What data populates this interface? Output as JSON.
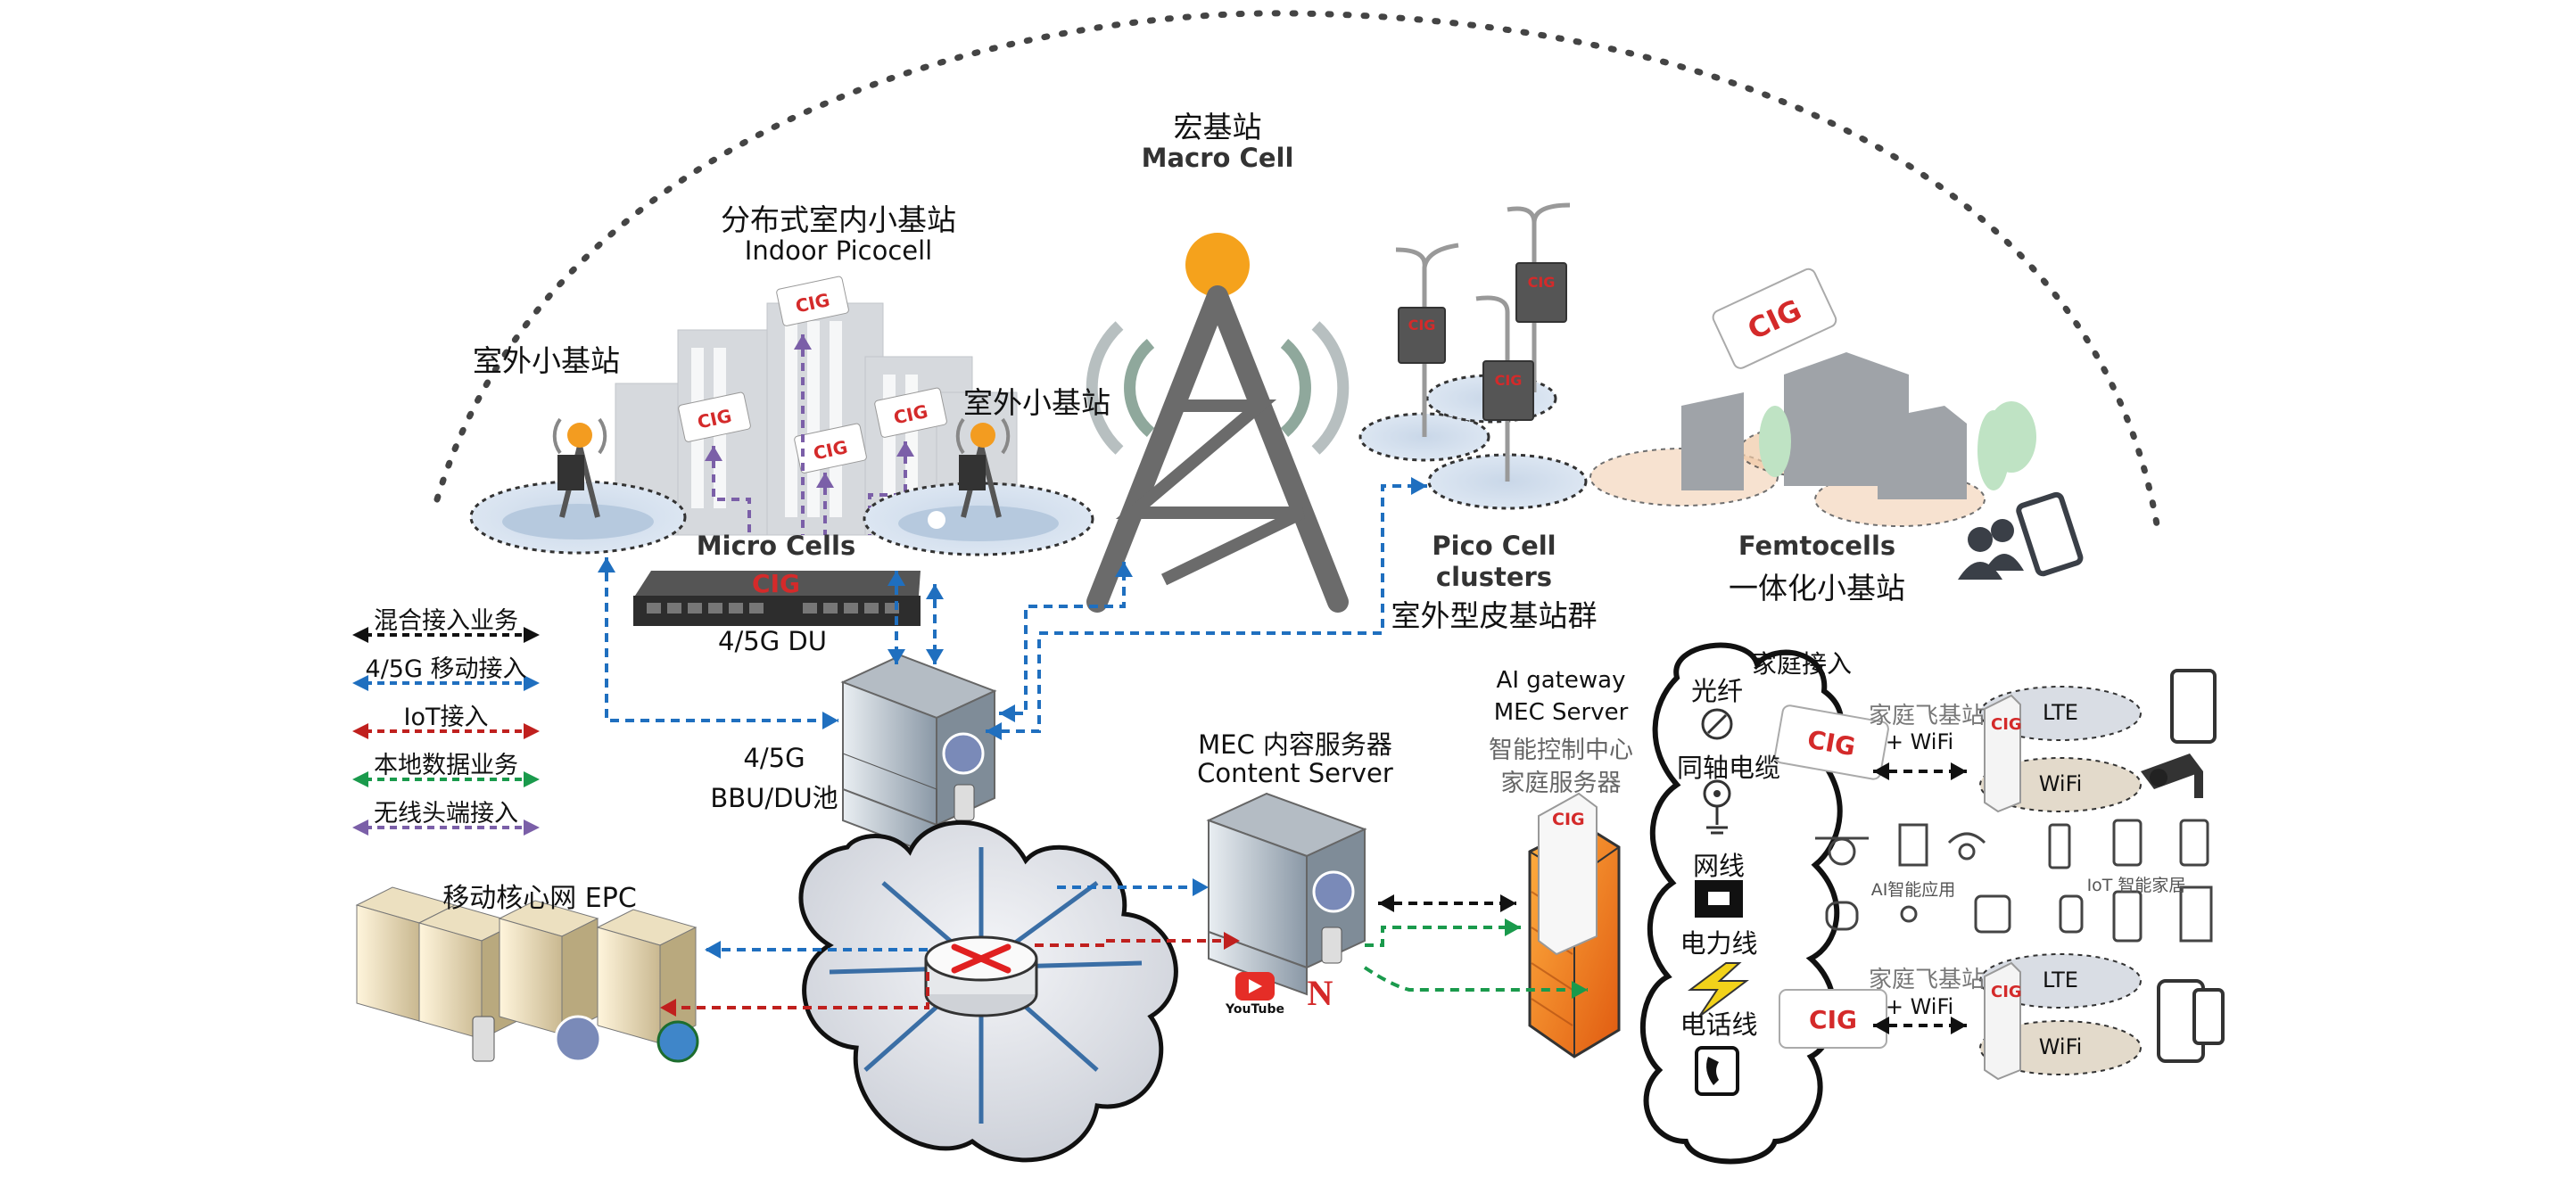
{
  "colors": {
    "mixed": "#111111",
    "mobile": "#1f6fbf",
    "iot": "#c0201e",
    "local_data": "#1a9a4c",
    "radio_head": "#7b5fa8",
    "brand_red": "#d42a2a",
    "macro_orange": "#f39c20",
    "tower_gray": "#6b6b6b"
  },
  "macro_cell": {
    "zh": "宏基站",
    "en": "Macro Cell"
  },
  "indoor_picocell": {
    "zh": "分布式室内小基站",
    "en": "Indoor Picocell"
  },
  "outdoor_small_cell_left": "室外小基站",
  "outdoor_small_cell_right": "室外小基站",
  "micro_cells": {
    "label": "Micro Cells",
    "du": "4/5G DU"
  },
  "pico_clusters": {
    "en_line1": "Pico Cell",
    "en_line2": "clusters",
    "zh": "室外型皮基站群"
  },
  "femtocells": {
    "en": "Femtocells",
    "zh": "一体化小基站"
  },
  "brand": "CIG",
  "legend": [
    {
      "label": "混合接入业务",
      "color": "#111111"
    },
    {
      "label": "4/5G 移动接入",
      "color": "#1f6fbf"
    },
    {
      "label": "IoT接入",
      "color": "#c0201e"
    },
    {
      "label": "本地数据业务",
      "color": "#1a9a4c"
    },
    {
      "label": "无线头端接入",
      "color": "#7b5fa8"
    }
  ],
  "bbu": {
    "line1": "4/5G",
    "line2": "BBU/DU池"
  },
  "epc": "移动核心网 EPC",
  "mec": {
    "zh": "MEC 内容服务器",
    "en": "Content Server"
  },
  "ai_gateway": {
    "line1": "AI gateway",
    "line2": "MEC Server",
    "line3": "智能控制中心",
    "line4": "家庭服务器"
  },
  "home_access": {
    "title": "家庭接入",
    "media": [
      "光纤",
      "同轴电缆",
      "网线",
      "电力线",
      "电话线"
    ]
  },
  "home_femto_top": {
    "line1": "家庭飞基站",
    "line2": "+ WiFi",
    "lte": "LTE",
    "wifi": "WiFi"
  },
  "home_femto_bottom": {
    "line1": "家庭飞基站",
    "line2": "+ WiFi",
    "lte": "LTE",
    "wifi": "WiFi"
  },
  "ai_apps": "AI智能应用",
  "iot_home": "IoT 智能家居",
  "logos": {
    "youtube": "YouTube",
    "netflix": "N"
  }
}
